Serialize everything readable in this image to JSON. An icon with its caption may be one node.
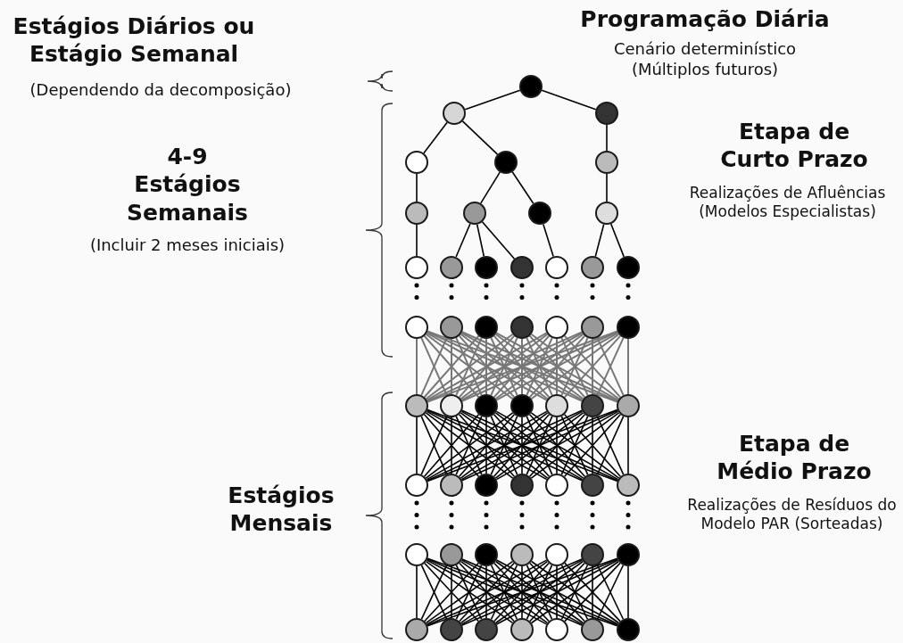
{
  "diagram": {
    "nodes": [
      {
        "text": [],
        "shape": "circle"
      },
      {
        "text": [],
        "shape": "circle"
      },
      {
        "text": [],
        "shape": "circle"
      },
      {
        "text": [],
        "shape": "circle"
      },
      {
        "text": [],
        "shape": "circle"
      },
      {
        "text": [],
        "shape": "circle"
      },
      {
        "text": [],
        "shape": "circle"
      },
      {
        "text": [],
        "shape": "circle"
      },
      {
        "text": [],
        "shape": "circle"
      },
      {
        "text": [],
        "shape": "circle"
      },
      {
        "text": [],
        "shape": "circle"
      },
      {
        "text": [],
        "shape": "circle"
      },
      {
        "text": [],
        "shape": "circle"
      },
      {
        "text": [],
        "shape": "circle"
      },
      {
        "text": [],
        "shape": "circle"
      },
      {
        "text": [],
        "shape": "circle"
      },
      {
        "text": [],
        "shape": "circle"
      },
      {
        "text": [],
        "shape": "circle"
      },
      {
        "text": [],
        "shape": "circle"
      },
      {
        "text": [],
        "shape": "circle"
      },
      {
        "text": [],
        "shape": "circle"
      },
      {
        "text": [],
        "shape": "circle"
      },
      {
        "text": [],
        "shape": "circle"
      },
      {
        "text": [],
        "shape": "circle"
      },
      {
        "text": [],
        "shape": "circle"
      },
      {
        "text": [],
        "shape": "circle"
      },
      {
        "text": [],
        "shape": "circle"
      },
      {
        "text": [],
        "shape": "circle"
      },
      {
        "text": [],
        "shape": "circle"
      },
      {
        "text": [],
        "shape": "circle"
      },
      {
        "text": [],
        "shape": "circle"
      },
      {
        "text": [],
        "shape": "circle"
      },
      {
        "text": [],
        "shape": "circle"
      },
      {
        "text": [],
        "shape": "circle"
      },
      {
        "text": [],
        "shape": "circle"
      },
      {
        "text": [],
        "shape": "circle"
      },
      {
        "text": [],
        "shape": "circle"
      },
      {
        "text": [],
        "shape": "circle"
      },
      {
        "text": [],
        "shape": "circle"
      },
      {
        "text": [],
        "shape": "circle"
      },
      {
        "text": [],
        "shape": "circle"
      },
      {
        "text": [],
        "shape": "circle"
      },
      {
        "text": [],
        "shape": "circle"
      },
      {
        "text": [],
        "shape": "circle"
      },
      {
        "text": [],
        "shape": "circle"
      },
      {
        "text": [],
        "shape": "circle"
      },
      {
        "text": [],
        "shape": "circle"
      },
      {
        "text": [],
        "shape": "circle"
      },
      {
        "text": [],
        "shape": "circle"
      },
      {
        "text": [],
        "shape": "circle"
      },
      {
        "text": [],
        "shape": "circle"
      },
      {
        "text": [],
        "shape": "circle"
      }
    ],
    "edges": [
      {
        "from": 0,
        "to": 1,
        "arrow": "none"
      },
      {
        "from": 0,
        "to": 2,
        "arrow": "none"
      },
      {
        "from": 1,
        "to": 3,
        "arrow": "none"
      },
      {
        "from": 1,
        "to": 4,
        "arrow": "none"
      },
      {
        "from": 2,
        "to": 5,
        "arrow": "none"
      },
      {
        "from": 3,
        "to": 6,
        "arrow": "none"
      },
      {
        "from": 4,
        "to": 7,
        "arrow": "none"
      },
      {
        "from": 4,
        "to": 8,
        "arrow": "none"
      },
      {
        "from": 5,
        "to": 9,
        "arrow": "none"
      },
      {
        "from": 6,
        "to": 10,
        "arrow": "none"
      },
      {
        "from": 7,
        "to": 11,
        "arrow": "none"
      },
      {
        "from": 7,
        "to": 12,
        "arrow": "none"
      },
      {
        "from": 7,
        "to": 13,
        "arrow": "none"
      },
      {
        "from": 8,
        "to": 14,
        "arrow": "none"
      },
      {
        "from": 9,
        "to": 15,
        "arrow": "none"
      },
      {
        "from": 9,
        "to": 16,
        "arrow": "none"
      },
      {
        "from": 10,
        "to": 17,
        "arrow": "none",
        "style": "dashed"
      },
      {
        "from": 11,
        "to": 18,
        "arrow": "none",
        "style": "dashed"
      },
      {
        "from": 12,
        "to": 19,
        "arrow": "none",
        "style": "dashed"
      },
      {
        "from": 13,
        "to": 20,
        "arrow": "none",
        "style": "dashed"
      },
      {
        "from": 14,
        "to": 21,
        "arrow": "none",
        "style": "dashed"
      },
      {
        "from": 15,
        "to": 22,
        "arrow": "none",
        "style": "dashed"
      },
      {
        "from": 16,
        "to": 23,
        "arrow": "none",
        "style": "dashed"
      },
      {
        "from": 17,
        "to": 24,
        "arrow": "none",
        "color": "#777777"
      },
      {
        "from": 17,
        "to": 25,
        "arrow": "none",
        "color": "#777777"
      },
      {
        "from": 17,
        "to": 26,
        "arrow": "none",
        "color": "#777777"
      },
      {
        "from": 17,
        "to": 27,
        "arrow": "none",
        "color": "#777777"
      },
      {
        "from": 17,
        "to": 28,
        "arrow": "none",
        "color": "#777777"
      },
      {
        "from": 17,
        "to": 29,
        "arrow": "none",
        "color": "#777777"
      },
      {
        "from": 17,
        "to": 30,
        "arrow": "none",
        "color": "#777777"
      },
      {
        "from": 18,
        "to": 24,
        "arrow": "none",
        "color": "#777777"
      },
      {
        "from": 18,
        "to": 25,
        "arrow": "none",
        "color": "#777777"
      },
      {
        "from": 18,
        "to": 26,
        "arrow": "none",
        "color": "#777777"
      },
      {
        "from": 18,
        "to": 27,
        "arrow": "none",
        "color": "#777777"
      },
      {
        "from": 18,
        "to": 28,
        "arrow": "none",
        "color": "#777777"
      },
      {
        "from": 18,
        "to": 29,
        "arrow": "none",
        "color": "#777777"
      },
      {
        "from": 18,
        "to": 30,
        "arrow": "none",
        "color": "#777777"
      },
      {
        "from": 19,
        "to": 24,
        "arrow": "none",
        "color": "#777777"
      },
      {
        "from": 19,
        "to": 25,
        "arrow": "none",
        "color": "#777777"
      },
      {
        "from": 19,
        "to": 26,
        "arrow": "none",
        "color": "#777777"
      },
      {
        "from": 19,
        "to": 27,
        "arrow": "none",
        "color": "#777777"
      },
      {
        "from": 19,
        "to": 28,
        "arrow": "none",
        "color": "#777777"
      },
      {
        "from": 19,
        "to": 29,
        "arrow": "none",
        "color": "#777777"
      },
      {
        "from": 19,
        "to": 30,
        "arrow": "none",
        "color": "#777777"
      },
      {
        "from": 20,
        "to": 24,
        "arrow": "none",
        "color": "#777777"
      },
      {
        "from": 20,
        "to": 25,
        "arrow": "none",
        "color": "#777777"
      },
      {
        "from": 20,
        "to": 26,
        "arrow": "none",
        "color": "#777777"
      },
      {
        "from": 20,
        "to": 27,
        "arrow": "none",
        "color": "#777777"
      },
      {
        "from": 20,
        "to": 28,
        "arrow": "none",
        "color": "#777777"
      },
      {
        "from": 20,
        "to": 29,
        "arrow": "none",
        "color": "#777777"
      },
      {
        "from": 20,
        "to": 30,
        "arrow": "none",
        "color": "#777777"
      },
      {
        "from": 21,
        "to": 24,
        "arrow": "none",
        "color": "#777777"
      },
      {
        "from": 21,
        "to": 25,
        "arrow": "none",
        "color": "#777777"
      },
      {
        "from": 21,
        "to": 26,
        "arrow": "none",
        "color": "#777777"
      },
      {
        "from": 21,
        "to": 27,
        "arrow": "none",
        "color": "#777777"
      },
      {
        "from": 21,
        "to": 28,
        "arrow": "none",
        "color": "#777777"
      },
      {
        "from": 21,
        "to": 29,
        "arrow": "none",
        "color": "#777777"
      },
      {
        "from": 21,
        "to": 30,
        "arrow": "none",
        "color": "#777777"
      },
      {
        "from": 22,
        "to": 24,
        "arrow": "none",
        "color": "#777777"
      },
      {
        "from": 22,
        "to": 25,
        "arrow": "none",
        "color": "#777777"
      },
      {
        "from": 22,
        "to": 26,
        "arrow": "none",
        "color": "#777777"
      },
      {
        "from": 22,
        "to": 27,
        "arrow": "none",
        "color": "#777777"
      },
      {
        "from": 22,
        "to": 28,
        "arrow": "none",
        "color": "#777777"
      },
      {
        "from": 22,
        "to": 29,
        "arrow": "none",
        "color": "#777777"
      },
      {
        "from": 22,
        "to": 30,
        "arrow": "none",
        "color": "#777777"
      },
      {
        "from": 23,
        "to": 24,
        "arrow": "none",
        "color": "#777777"
      },
      {
        "from": 23,
        "to": 25,
        "arrow": "none",
        "color": "#777777"
      },
      {
        "from": 23,
        "to": 26,
        "arrow": "none",
        "color": "#777777"
      },
      {
        "from": 23,
        "to": 27,
        "arrow": "none",
        "color": "#777777"
      },
      {
        "from": 23,
        "to": 28,
        "arrow": "none",
        "color": "#777777"
      },
      {
        "from": 23,
        "to": 29,
        "arrow": "none",
        "color": "#777777"
      },
      {
        "from": 23,
        "to": 30,
        "arrow": "none",
        "color": "#777777"
      },
      {
        "from": 24,
        "to": 31,
        "arrow": "none"
      },
      {
        "from": 24,
        "to": 32,
        "arrow": "none"
      },
      {
        "from": 24,
        "to": 33,
        "arrow": "none"
      },
      {
        "from": 24,
        "to": 34,
        "arrow": "none"
      },
      {
        "from": 24,
        "to": 35,
        "arrow": "none"
      },
      {
        "from": 24,
        "to": 36,
        "arrow": "none"
      },
      {
        "from": 24,
        "to": 37,
        "arrow": "none"
      },
      {
        "from": 25,
        "to": 31,
        "arrow": "none"
      },
      {
        "from": 25,
        "to": 32,
        "arrow": "none"
      },
      {
        "from": 25,
        "to": 33,
        "arrow": "none"
      },
      {
        "from": 25,
        "to": 34,
        "arrow": "none"
      },
      {
        "from": 25,
        "to": 35,
        "arrow": "none"
      },
      {
        "from": 25,
        "to": 36,
        "arrow": "none"
      },
      {
        "from": 25,
        "to": 37,
        "arrow": "none"
      },
      {
        "from": 26,
        "to": 31,
        "arrow": "none"
      },
      {
        "from": 26,
        "to": 32,
        "arrow": "none"
      },
      {
        "from": 26,
        "to": 33,
        "arrow": "none"
      },
      {
        "from": 26,
        "to": 34,
        "arrow": "none"
      },
      {
        "from": 26,
        "to": 35,
        "arrow": "none"
      },
      {
        "from": 26,
        "to": 36,
        "arrow": "none"
      },
      {
        "from": 26,
        "to": 37,
        "arrow": "none"
      },
      {
        "from": 27,
        "to": 31,
        "arrow": "none"
      },
      {
        "from": 27,
        "to": 32,
        "arrow": "none"
      },
      {
        "from": 27,
        "to": 33,
        "arrow": "none"
      },
      {
        "from": 27,
        "to": 34,
        "arrow": "none"
      },
      {
        "from": 27,
        "to": 35,
        "arrow": "none"
      },
      {
        "from": 27,
        "to": 36,
        "arrow": "none"
      },
      {
        "from": 27,
        "to": 37,
        "arrow": "none"
      },
      {
        "from": 28,
        "to": 31,
        "arrow": "none"
      },
      {
        "from": 28,
        "to": 32,
        "arrow": "none"
      },
      {
        "from": 28,
        "to": 33,
        "arrow": "none"
      },
      {
        "from": 28,
        "to": 34,
        "arrow": "none"
      },
      {
        "from": 28,
        "to": 35,
        "arrow": "none"
      },
      {
        "from": 28,
        "to": 36,
        "arrow": "none"
      },
      {
        "from": 28,
        "to": 37,
        "arrow": "none"
      },
      {
        "from": 29,
        "to": 31,
        "arrow": "none"
      },
      {
        "from": 29,
        "to": 32,
        "arrow": "none"
      },
      {
        "from": 29,
        "to": 33,
        "arrow": "none"
      },
      {
        "from": 29,
        "to": 34,
        "arrow": "none"
      },
      {
        "from": 29,
        "to": 35,
        "arrow": "none"
      },
      {
        "from": 29,
        "to": 36,
        "arrow": "none"
      },
      {
        "from": 29,
        "to": 37,
        "arrow": "none"
      },
      {
        "from": 30,
        "to": 31,
        "arrow": "none"
      },
      {
        "from": 30,
        "to": 32,
        "arrow": "none"
      },
      {
        "from": 30,
        "to": 33,
        "arrow": "none"
      },
      {
        "from": 30,
        "to": 34,
        "arrow": "none"
      },
      {
        "from": 30,
        "to": 35,
        "arrow": "none"
      },
      {
        "from": 30,
        "to": 36,
        "arrow": "none"
      },
      {
        "from": 30,
        "to": 37,
        "arrow": "none"
      },
      {
        "from": 31,
        "to": 38,
        "arrow": "none",
        "style": "dashed"
      },
      {
        "from": 32,
        "to": 39,
        "arrow": "none",
        "style": "dashed"
      },
      {
        "from": 33,
        "to": 40,
        "arrow": "none",
        "style": "dashed"
      },
      {
        "from": 34,
        "to": 41,
        "arrow": "none",
        "style": "dashed"
      },
      {
        "from": 35,
        "to": 42,
        "arrow": "none",
        "style": "dashed"
      },
      {
        "from": 36,
        "to": 43,
        "arrow": "none",
        "style": "dashed"
      },
      {
        "from": 37,
        "to": 44,
        "arrow": "none",
        "style": "dashed"
      },
      {
        "from": 38,
        "to": 45,
        "arrow": "none"
      },
      {
        "from": 38,
        "to": 46,
        "arrow": "none"
      },
      {
        "from": 38,
        "to": 47,
        "arrow": "none"
      },
      {
        "from": 38,
        "to": 48,
        "arrow": "none"
      },
      {
        "from": 38,
        "to": 49,
        "arrow": "none"
      },
      {
        "from": 38,
        "to": 50,
        "arrow": "none"
      },
      {
        "from": 38,
        "to": 51,
        "arrow": "none"
      },
      {
        "from": 39,
        "to": 45,
        "arrow": "none"
      },
      {
        "from": 39,
        "to": 46,
        "arrow": "none"
      },
      {
        "from": 39,
        "to": 47,
        "arrow": "none"
      },
      {
        "from": 39,
        "to": 48,
        "arrow": "none"
      },
      {
        "from": 39,
        "to": 49,
        "arrow": "none"
      },
      {
        "from": 39,
        "to": 50,
        "arrow": "none"
      },
      {
        "from": 39,
        "to": 51,
        "arrow": "none"
      },
      {
        "from": 40,
        "to": 45,
        "arrow": "none"
      },
      {
        "from": 40,
        "to": 46,
        "arrow": "none"
      },
      {
        "from": 40,
        "to": 47,
        "arrow": "none"
      },
      {
        "from": 40,
        "to": 48,
        "arrow": "none"
      },
      {
        "from": 40,
        "to": 49,
        "arrow": "none"
      },
      {
        "from": 40,
        "to": 50,
        "arrow": "none"
      },
      {
        "from": 40,
        "to": 51,
        "arrow": "none"
      },
      {
        "from": 41,
        "to": 45,
        "arrow": "none"
      },
      {
        "from": 41,
        "to": 46,
        "arrow": "none"
      },
      {
        "from": 41,
        "to": 47,
        "arrow": "none"
      },
      {
        "from": 41,
        "to": 48,
        "arrow": "none"
      },
      {
        "from": 41,
        "to": 49,
        "arrow": "none"
      },
      {
        "from": 41,
        "to": 50,
        "arrow": "none"
      },
      {
        "from": 41,
        "to": 51,
        "arrow": "none"
      },
      {
        "from": 42,
        "to": 45,
        "arrow": "none"
      },
      {
        "from": 42,
        "to": 46,
        "arrow": "none"
      },
      {
        "from": 42,
        "to": 47,
        "arrow": "none"
      },
      {
        "from": 42,
        "to": 48,
        "arrow": "none"
      },
      {
        "from": 42,
        "to": 49,
        "arrow": "none"
      },
      {
        "from": 42,
        "to": 50,
        "arrow": "none"
      },
      {
        "from": 42,
        "to": 51,
        "arrow": "none"
      },
      {
        "from": 43,
        "to": 45,
        "arrow": "none"
      },
      {
        "from": 43,
        "to": 46,
        "arrow": "none"
      },
      {
        "from": 43,
        "to": 47,
        "arrow": "none"
      },
      {
        "from": 43,
        "to": 48,
        "arrow": "none"
      },
      {
        "from": 43,
        "to": 49,
        "arrow": "none"
      },
      {
        "from": 43,
        "to": 50,
        "arrow": "none"
      },
      {
        "from": 43,
        "to": 51,
        "arrow": "none"
      },
      {
        "from": 44,
        "to": 45,
        "arrow": "none"
      },
      {
        "from": 44,
        "to": 46,
        "arrow": "none"
      },
      {
        "from": 44,
        "to": 47,
        "arrow": "none"
      },
      {
        "from": 44,
        "to": 48,
        "arrow": "none"
      },
      {
        "from": 44,
        "to": 49,
        "arrow": "none"
      },
      {
        "from": 44,
        "to": 50,
        "arrow": "none"
      },
      {
        "from": 44,
        "to": 51,
        "arrow": "none"
      }
    ],
    "labels": [
      "Estágios Diários ou Estágio Semanal",
      "(Dependendo da decomposição)",
      "Programação Diária",
      "Cenário determinístico (Múltiplos futuros)",
      "4-9 Estágios Semanais",
      "(Incluir 2 meses iniciais)",
      "Etapa de Curto Prazo",
      "Realizações de Afluências (Modelos Especialistas)",
      "Estágios Mensais",
      "Etapa de Médio Prazo",
      "Realizações de Resíduos do Modelo PAR (Sorteadas)"
    ]
  }
}
